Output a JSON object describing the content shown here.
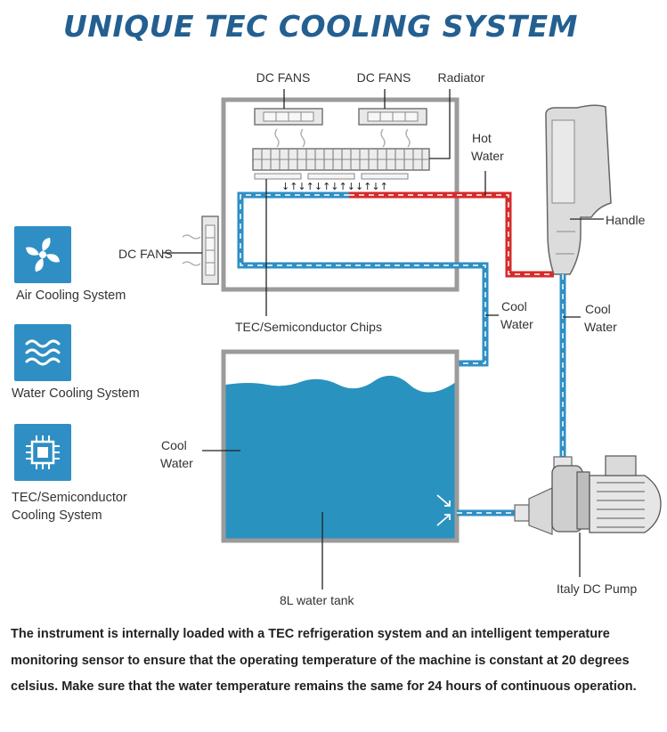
{
  "title": "UNIQUE TEC COOLING SYSTEM",
  "labels": {
    "dc_fans_top_left": "DC FANS",
    "dc_fans_top_right": "DC FANS",
    "radiator": "Radiator",
    "hot_water_1": "Hot",
    "hot_water_2": "Water",
    "handle": "Handle",
    "dc_fans_side": "DC FANS",
    "tec_chips": "TEC/Semiconductor Chips",
    "cool_water_a1": "Cool",
    "cool_water_a2": "Water",
    "cool_water_b1": "Cool",
    "cool_water_b2": "Water",
    "cool_water_tank1": "Cool",
    "cool_water_tank2": "Water",
    "tank": "8L water tank",
    "pump": "Italy DC Pump"
  },
  "systems": [
    {
      "label": "Air Cooling System",
      "icon": "fan-icon"
    },
    {
      "label": "Water Cooling System",
      "icon": "water-waves-icon"
    },
    {
      "label_line1": "TEC/Semiconductor",
      "label_line2": "Cooling System",
      "icon": "chip-icon"
    }
  ],
  "description": "The instrument is internally loaded with a TEC refrigeration system and an intelligent temperature monitoring sensor to ensure that the operating temperature of the machine is constant at 20 degrees celsius. Make sure that the water temperature remains the same for 24 hours  of continuous operation.",
  "colors": {
    "title": "#235f91",
    "cool_pipe": "#2f8fc4",
    "hot_pipe": "#d62b2b",
    "tank_water": "#2a92bf",
    "icon_bg": "#2f8fc4",
    "frame": "#9b9b9b"
  }
}
